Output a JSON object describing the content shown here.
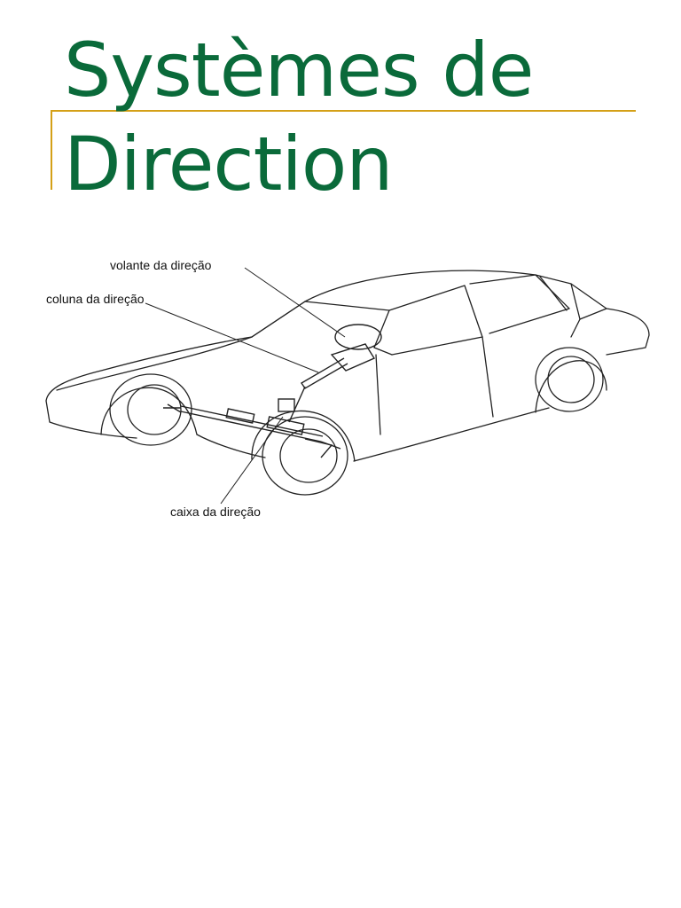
{
  "slide": {
    "title_line1": "Systèmes de",
    "title_line2": "Direction"
  },
  "figure": {
    "labels": {
      "steering_wheel": "volante da direção",
      "steering_column": "coluna da direção",
      "steering_box": "caixa da direção"
    }
  },
  "colors": {
    "title": "#0a6a3a",
    "accent_rule": "#d4a017"
  }
}
